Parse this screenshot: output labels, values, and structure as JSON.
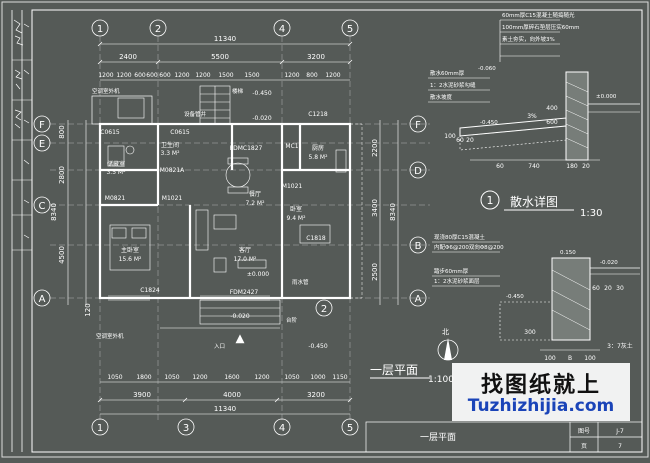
{
  "plan": {
    "total_width": "11340",
    "top_dims": [
      "2400",
      "5500",
      "3200"
    ],
    "top_sub_dims": [
      "1200",
      "1200",
      "600",
      "600",
      "600",
      "1200",
      "1200",
      "1500",
      "1500",
      "1200",
      "800",
      "1200"
    ],
    "bottom_sub_dims": [
      "1050",
      "1800",
      "1050",
      "1200",
      "1600",
      "1200",
      "1050",
      "1000",
      "1150"
    ],
    "bottom_dims": [
      "3900",
      "4000",
      "3200"
    ],
    "axis_numbers": [
      "1",
      "2",
      "3",
      "4",
      "5"
    ],
    "axis_letters": [
      "F",
      "E",
      "D",
      "C",
      "B",
      "A"
    ],
    "left_dims": [
      "800",
      "2800",
      "4500",
      "8340",
      "120"
    ],
    "right_dims": [
      "2200",
      "3400",
      "2500",
      "8340"
    ],
    "rooms": [
      {
        "name": "主卧室",
        "area": "15.6 M²"
      },
      {
        "name": "客厅",
        "area": "17.0 M²"
      },
      {
        "name": "卧室",
        "area": "9.4 M²"
      },
      {
        "name": "厨房",
        "area": "5.8 M²"
      },
      {
        "name": "餐厅",
        "area": "7.2 M²"
      },
      {
        "name": "卫生间",
        "area": "3.3 M²"
      },
      {
        "name": "储藏室",
        "area": "3.5 M²"
      }
    ],
    "doors": [
      "C0615",
      "C0615",
      "FDMC1827",
      "C1218",
      "M0821A",
      "M1021",
      "C1818",
      "C1824",
      "FDM2427",
      "M1021",
      "M0821",
      "MC1"
    ],
    "levels": [
      "-0.450",
      "-0.020",
      "±0.000",
      "-0.450",
      "-0.020"
    ],
    "notes": [
      "空调室外机",
      "空调室外机",
      "楼梯",
      "入口",
      "台阶",
      "雨水管",
      "设备管井"
    ],
    "title": "一层平面",
    "scale": "1:100",
    "north": "北"
  },
  "detail1": {
    "notes": [
      "60mm厚C15混凝土随捣随光",
      "100mm厚碎石垫层压实60mm",
      "素土夯实，向外坡3%",
      "散水60mm厚",
      "1：2水泥砂浆勾缝",
      "散水坡度"
    ],
    "levels": [
      "-0.060",
      "±0.000",
      "-0.450"
    ],
    "dims": [
      "60",
      "740",
      "180",
      "20",
      "100",
      "60",
      "20",
      "3%",
      "400",
      "600"
    ],
    "circle_num": "1",
    "title": "散水详图",
    "scale": "1:30"
  },
  "detail2": {
    "notes": [
      "现浇80厚C15混凝土",
      "内配Φ6@200双向Φ8@200",
      "踏步60mm厚",
      "1：2水泥砂浆面层"
    ],
    "levels": [
      "0.150",
      "-0.020",
      "-0.450"
    ],
    "dims": [
      "100",
      "B",
      "100",
      "3：7灰土",
      "300",
      "60",
      "20",
      "30"
    ],
    "circle_num": "2"
  },
  "footer": {
    "title": "一层平面",
    "labels": [
      "图号",
      "J-7",
      "页",
      "7"
    ]
  },
  "watermark": {
    "cn": "找图纸就上",
    "en": "Tuzhizhijia.com"
  },
  "colors": {
    "background": "#555a57",
    "lines": "#ffffff",
    "watermark_blue": "#1a44b8"
  }
}
